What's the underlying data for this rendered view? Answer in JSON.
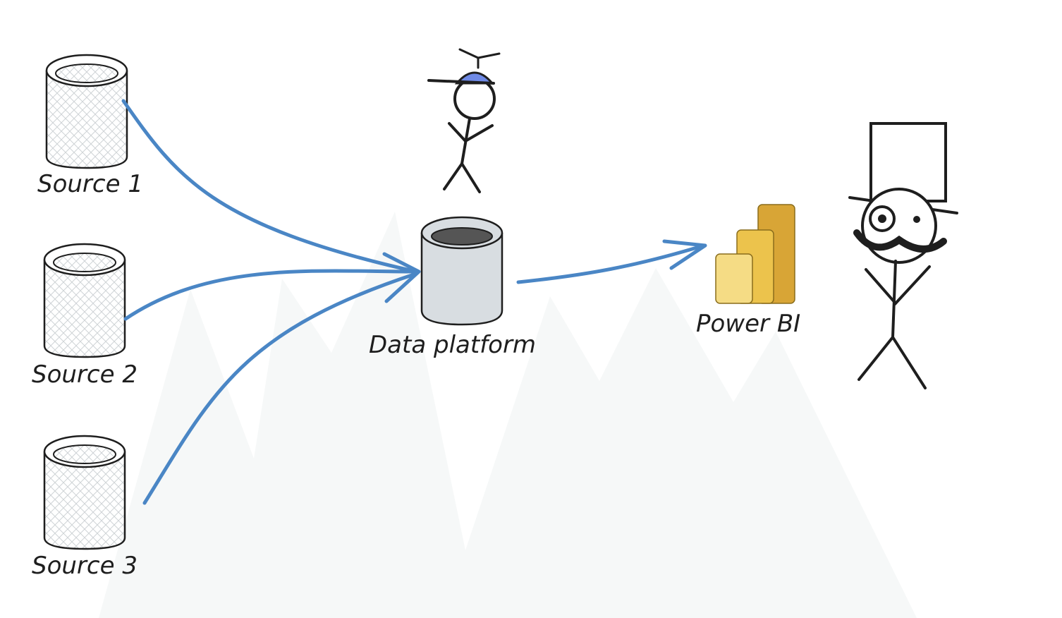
{
  "colors": {
    "background": "#ffffff",
    "mountains": "#f6f8f8",
    "arrow": "#4a86c5",
    "ink": "#1e1e1e",
    "cylinder_fill": "#d8dde1",
    "propeller_cap": "#6f8ae6",
    "powerbi_light": "#f5dc85",
    "powerbi_mid": "#ecc34c",
    "powerbi_dark": "#d8a536"
  },
  "sources": [
    {
      "label": "Source 1",
      "icon": "database-cylinder-icon"
    },
    {
      "label": "Source 2",
      "icon": "database-cylinder-icon"
    },
    {
      "label": "Source 3",
      "icon": "database-cylinder-icon"
    }
  ],
  "platform": {
    "label": "Data platform",
    "icon": "database-cylinder-icon"
  },
  "bi": {
    "label": "Power BI",
    "icon": "power-bi-logo"
  },
  "figures": {
    "engineer": "stick-figure-propeller-hat",
    "consumer": "stick-figure-top-hat-monocle"
  },
  "connections": [
    {
      "from": "Source 1",
      "to": "Data platform"
    },
    {
      "from": "Source 2",
      "to": "Data platform"
    },
    {
      "from": "Source 3",
      "to": "Data platform"
    },
    {
      "from": "Data platform",
      "to": "Power BI"
    }
  ]
}
